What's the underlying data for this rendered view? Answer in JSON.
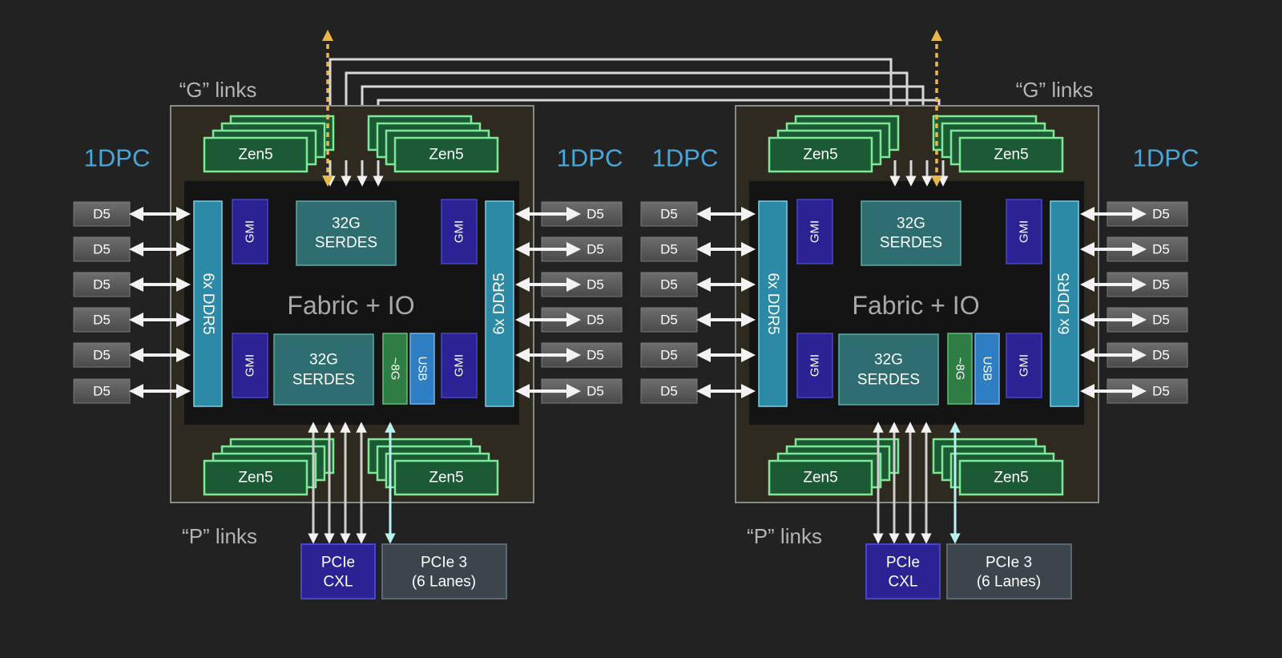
{
  "colors": {
    "background": "#222222",
    "package_fill": "#2f2a1f",
    "package_border": "#8a8a8a",
    "io_die": "#141414",
    "zen_fill": "#1c5a36",
    "zen_border": "#7ee896",
    "ddr_fill": "#2d8aa6",
    "serdes_fill": "#2f6e70",
    "gmi_fill": "#2b2393",
    "green_small": "#2f7d45",
    "usb_fill": "#2f7ec4",
    "dimm_fill": "#5a5a5a",
    "arrow_white": "#f2f2f2",
    "arrow_orange": "#e8b84a",
    "arrow_cyan": "#b9f0f2",
    "label_blue": "#4aa6d8",
    "label_gray": "#b4b4b4",
    "pcie_cxl_fill": "#2b2393",
    "pcie3_fill": "#3b454b"
  },
  "sockets": [
    {
      "g_links_label": "“G” links",
      "p_links_label": "“P” links",
      "dpc_left": "1DPC",
      "dpc_right": "1DPC",
      "fabric_label": "Fabric + IO",
      "ddr_left": "6x DDR5",
      "ddr_right": "6x DDR5",
      "serdes_top": [
        "32G",
        "SERDES"
      ],
      "serdes_bottom": [
        "32G",
        "SERDES"
      ],
      "gmi": [
        "GMI",
        "GMI",
        "GMI",
        "GMI"
      ],
      "small_green": "~8G",
      "usb": "USB",
      "ccd_labels": [
        "Zen5",
        "Zen5",
        "Zen5",
        "Zen5"
      ],
      "dimms_left": [
        "D5",
        "D5",
        "D5",
        "D5",
        "D5",
        "D5"
      ],
      "dimms_right": [
        "D5",
        "D5",
        "D5",
        "D5",
        "D5",
        "D5"
      ],
      "pcie_cxl": [
        "PCIe",
        "CXL"
      ],
      "pcie3": [
        "PCIe 3",
        "(6 Lanes)"
      ]
    },
    {
      "g_links_label": "“G” links",
      "p_links_label": "“P” links",
      "dpc_left": "1DPC",
      "dpc_right": "1DPC",
      "fabric_label": "Fabric + IO",
      "ddr_left": "6x DDR5",
      "ddr_right": "6x DDR5",
      "serdes_top": [
        "32G",
        "SERDES"
      ],
      "serdes_bottom": [
        "32G",
        "SERDES"
      ],
      "gmi": [
        "GMI",
        "GMI",
        "GMI",
        "GMI"
      ],
      "small_green": "~8G",
      "usb": "USB",
      "ccd_labels": [
        "Zen5",
        "Zen5",
        "Zen5",
        "Zen5"
      ],
      "dimms_left": [
        "D5",
        "D5",
        "D5",
        "D5",
        "D5",
        "D5"
      ],
      "dimms_right": [
        "D5",
        "D5",
        "D5",
        "D5",
        "D5",
        "D5"
      ],
      "pcie_cxl": [
        "PCIe",
        "CXL"
      ],
      "pcie3": [
        "PCIe 3",
        "(6 Lanes)"
      ]
    }
  ]
}
